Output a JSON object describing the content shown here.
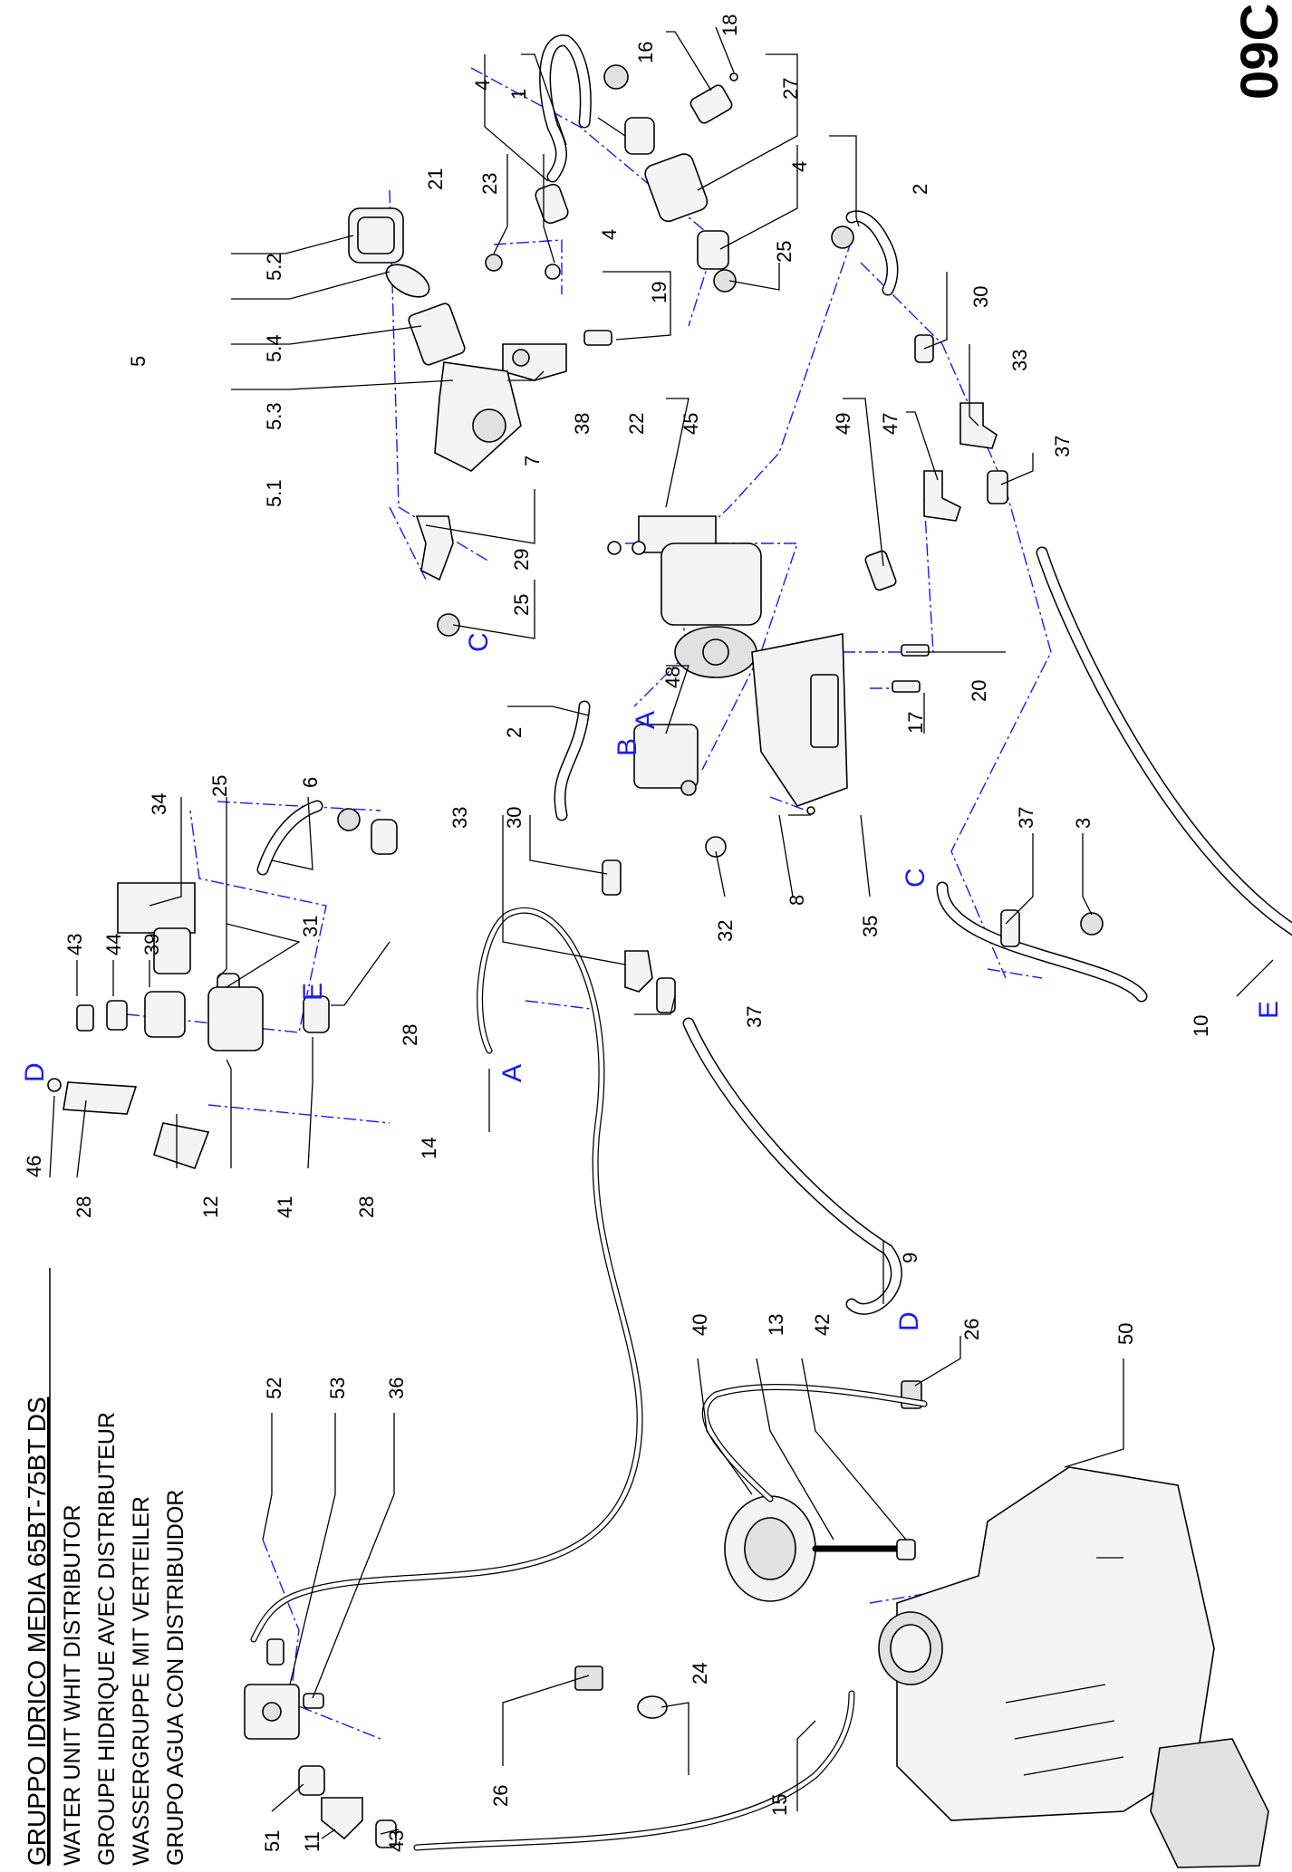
{
  "page": {
    "code": "09C",
    "title": "GRUPPO IDRICO MEDIA 65BT-75BT DS",
    "subtitles": [
      "WATER UNIT WHIT DISTRIBUTOR",
      "GROUPE HIDRIQUE AVEC DISTRIBUTEUR",
      "WASSERGRUPPE MIT VERTEILER",
      "GRUPO AGUA CON DISTRIBUIDOR"
    ]
  },
  "connection_letters": [
    "A",
    "B",
    "C",
    "D",
    "E"
  ],
  "part_labels": [
    "1",
    "2",
    "3",
    "4",
    "5",
    "5.1",
    "5.2",
    "5.3",
    "5.4",
    "6",
    "7",
    "8",
    "9",
    "10",
    "11",
    "12",
    "13",
    "14",
    "15",
    "16",
    "17",
    "18",
    "19",
    "20",
    "21",
    "22",
    "23",
    "24",
    "25",
    "26",
    "27",
    "28",
    "29",
    "30",
    "31",
    "32",
    "33",
    "34",
    "35",
    "36",
    "37",
    "38",
    "39",
    "40",
    "41",
    "42",
    "43",
    "44",
    "45",
    "46",
    "47",
    "48",
    "49",
    "50",
    "51",
    "52",
    "53"
  ],
  "colors": {
    "ink": "#000000",
    "centerline": "#1a1aff",
    "paper": "#ffffff"
  }
}
